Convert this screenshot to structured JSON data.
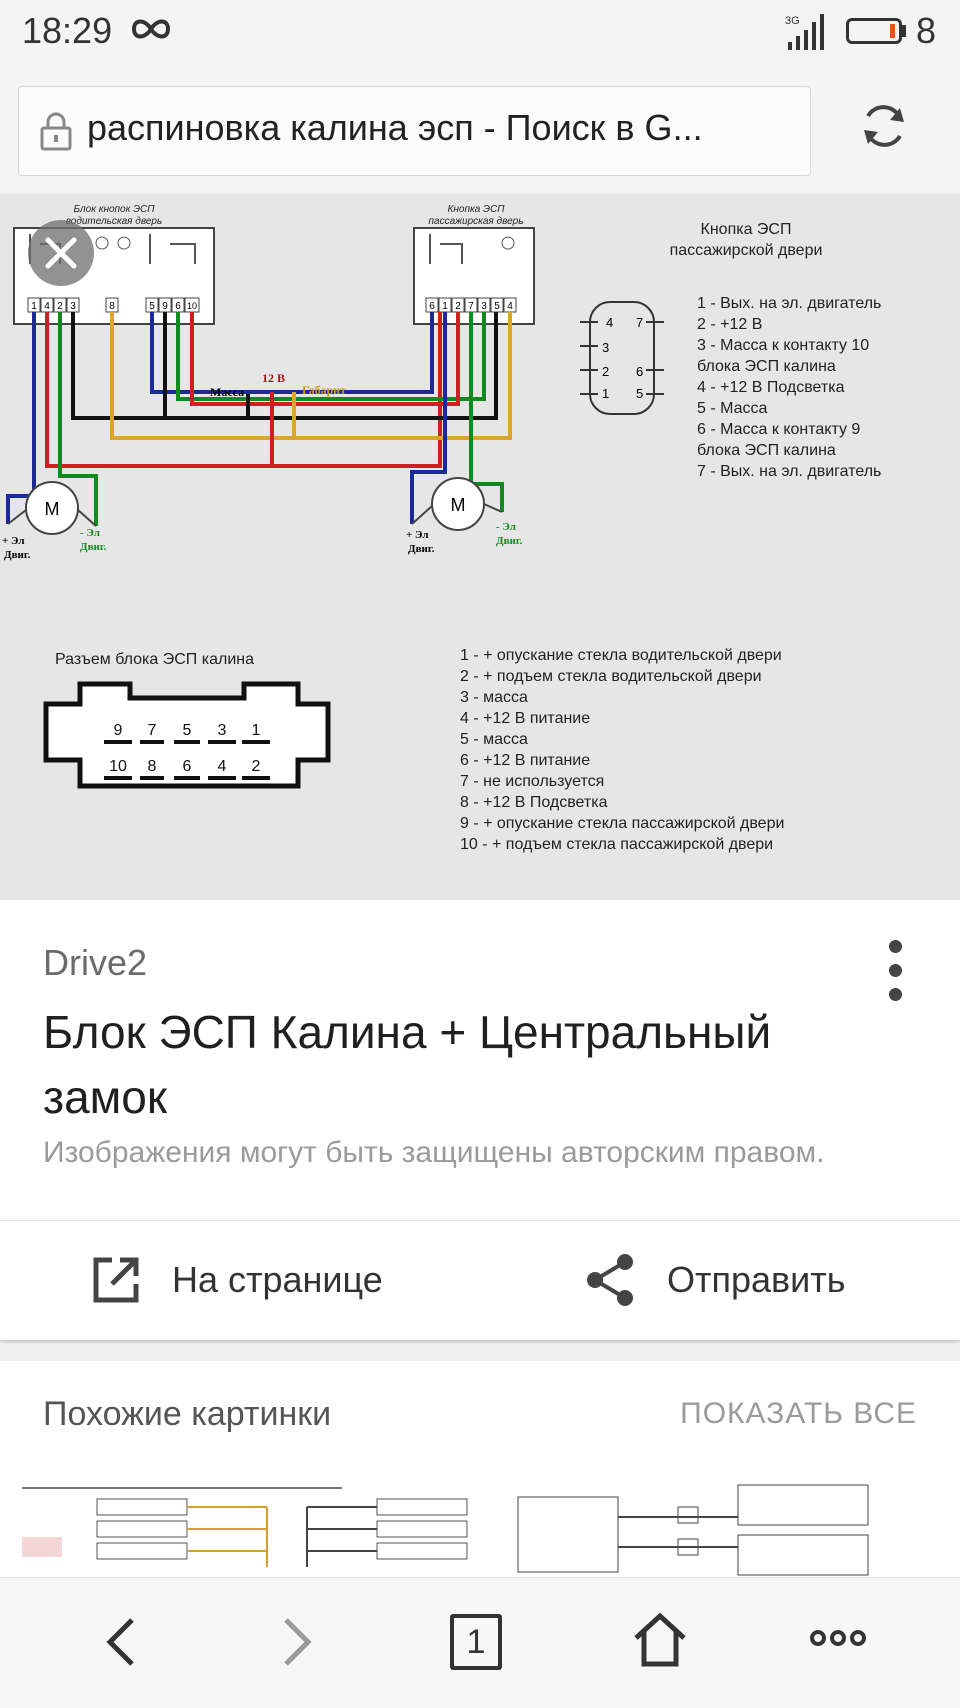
{
  "status_bar": {
    "time": "18:29",
    "battery_level": "8"
  },
  "address_bar": {
    "url_text": "распиновка калина эсп - Поиск в G..."
  },
  "diagram": {
    "labels": {
      "driver_block": "Блок кнопок ЭСП",
      "driver_block_sub": "водительская дверь",
      "pass_block": "Кнопка ЭСП",
      "pass_block_sub": "пассажирская дверь",
      "pass_button_title_1": "Кнопка ЭСП",
      "pass_button_title_2": "пассажирской двери",
      "massa": "Масса",
      "v12": "12 В",
      "gabarit": "Габарит",
      "motor": "M",
      "plus_el_1": "+ Эл",
      "plus_el_2": "Двиг.",
      "minus_el_1": "- Эл",
      "minus_el_2": "Двиг.",
      "connector_title": "Разъем блока ЭСП калина"
    },
    "driver_pins_left": [
      "1",
      "4",
      "2",
      "3"
    ],
    "driver_pin_8": "8",
    "driver_pins_right": [
      "5",
      "9",
      "6",
      "10"
    ],
    "pass_pins": [
      "6",
      "1",
      "2",
      "7",
      "3",
      "5",
      "4"
    ],
    "button_pins": [
      "4",
      "7",
      "3",
      "2",
      "6",
      "1",
      "5"
    ],
    "button_legend": [
      "1 - Вых. на эл. двигатель",
      "2 - +12 В",
      "3 - Масса к контакту 10",
      "блока ЭСП калина",
      "4 - +12 В Подсветка",
      "5 - Масса",
      "6 - Масса к контакту 9",
      "блока ЭСП калина",
      "7 - Вых. на эл. двигатель"
    ],
    "connector_top": [
      "9",
      "7",
      "5",
      "3",
      "1"
    ],
    "connector_bottom": [
      "10",
      "8",
      "6",
      "4",
      "2"
    ],
    "connector_legend": [
      "1 - + опускание стекла водительской двери",
      "2 - + подъем стекла водительской двери",
      "3 - масса",
      "4 - +12 В питание",
      "5 - масса",
      "6 - +12 В питание",
      "7 - не используется",
      "8 - +12 В Подсветка",
      "9 - + опускание стекла пассажирской двери",
      "10 - + подъем стекла пассажирской двери"
    ]
  },
  "result_card": {
    "source": "Drive2",
    "title": "Блок ЭСП Калина + Центральный замок",
    "copyright": "Изображения могут быть защищены авторским правом.",
    "action_visit": "На странице",
    "action_share": "Отправить"
  },
  "similar": {
    "heading": "Похожие картинки",
    "show_all": "ПОКАЗАТЬ ВСЕ"
  },
  "nav": {
    "tab_count": "1"
  },
  "colors": {
    "red": "#d01f1f",
    "blue": "#1a2a9a",
    "green": "#138a1e",
    "yellow": "#d9a52a",
    "black": "#111111"
  }
}
